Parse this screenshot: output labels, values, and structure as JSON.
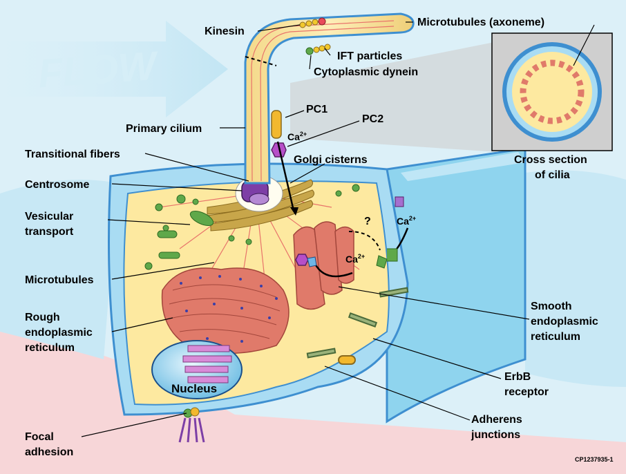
{
  "flow_label": "FLOW",
  "labels": {
    "kinesin": "Kinesin",
    "microtubules_axoneme": "Microtubules (axoneme)",
    "ift_particles": "IFT particles",
    "cytoplasmic_dynein": "Cytoplasmic dynein",
    "pc1": "PC1",
    "pc2": "PC2",
    "primary_cilium": "Primary cilium",
    "transitional_fibers": "Transitional fibers",
    "golgi_cisterns": "Golgi cisterns",
    "centrosome": "Centrosome",
    "vesicular_transport_1": "Vesicular",
    "vesicular_transport_2": "transport",
    "microtubules": "Microtubules",
    "rough_er_1": "Rough",
    "rough_er_2": "endoplasmic",
    "rough_er_3": "reticulum",
    "smooth_er_1": "Smooth",
    "smooth_er_2": "endoplasmic",
    "smooth_er_3": "reticulum",
    "erbb_1": "ErbB",
    "erbb_2": "receptor",
    "adherens_1": "Adherens",
    "adherens_2": "junctions",
    "focal_1": "Focal",
    "focal_2": "adhesion",
    "cross_section_1": "Cross section",
    "cross_section_2": "of cilia",
    "nucleus": "Nucleus",
    "question_mark": "?",
    "figure_id": "CP1237935-1"
  },
  "ions": {
    "ca": "Ca",
    "charge": "2+"
  },
  "colors": {
    "lumen": "#dcf0f8",
    "membrane": "#3e8fd0",
    "extracellular": "#a9dcf3",
    "cytoplasm": "#fde9a0",
    "basement": "#f7d6d8",
    "er": "#e07a6a",
    "golgi": "#c8a64a",
    "vesicle": "#5fa84a",
    "nucleus": "#8fd0ec"
  }
}
